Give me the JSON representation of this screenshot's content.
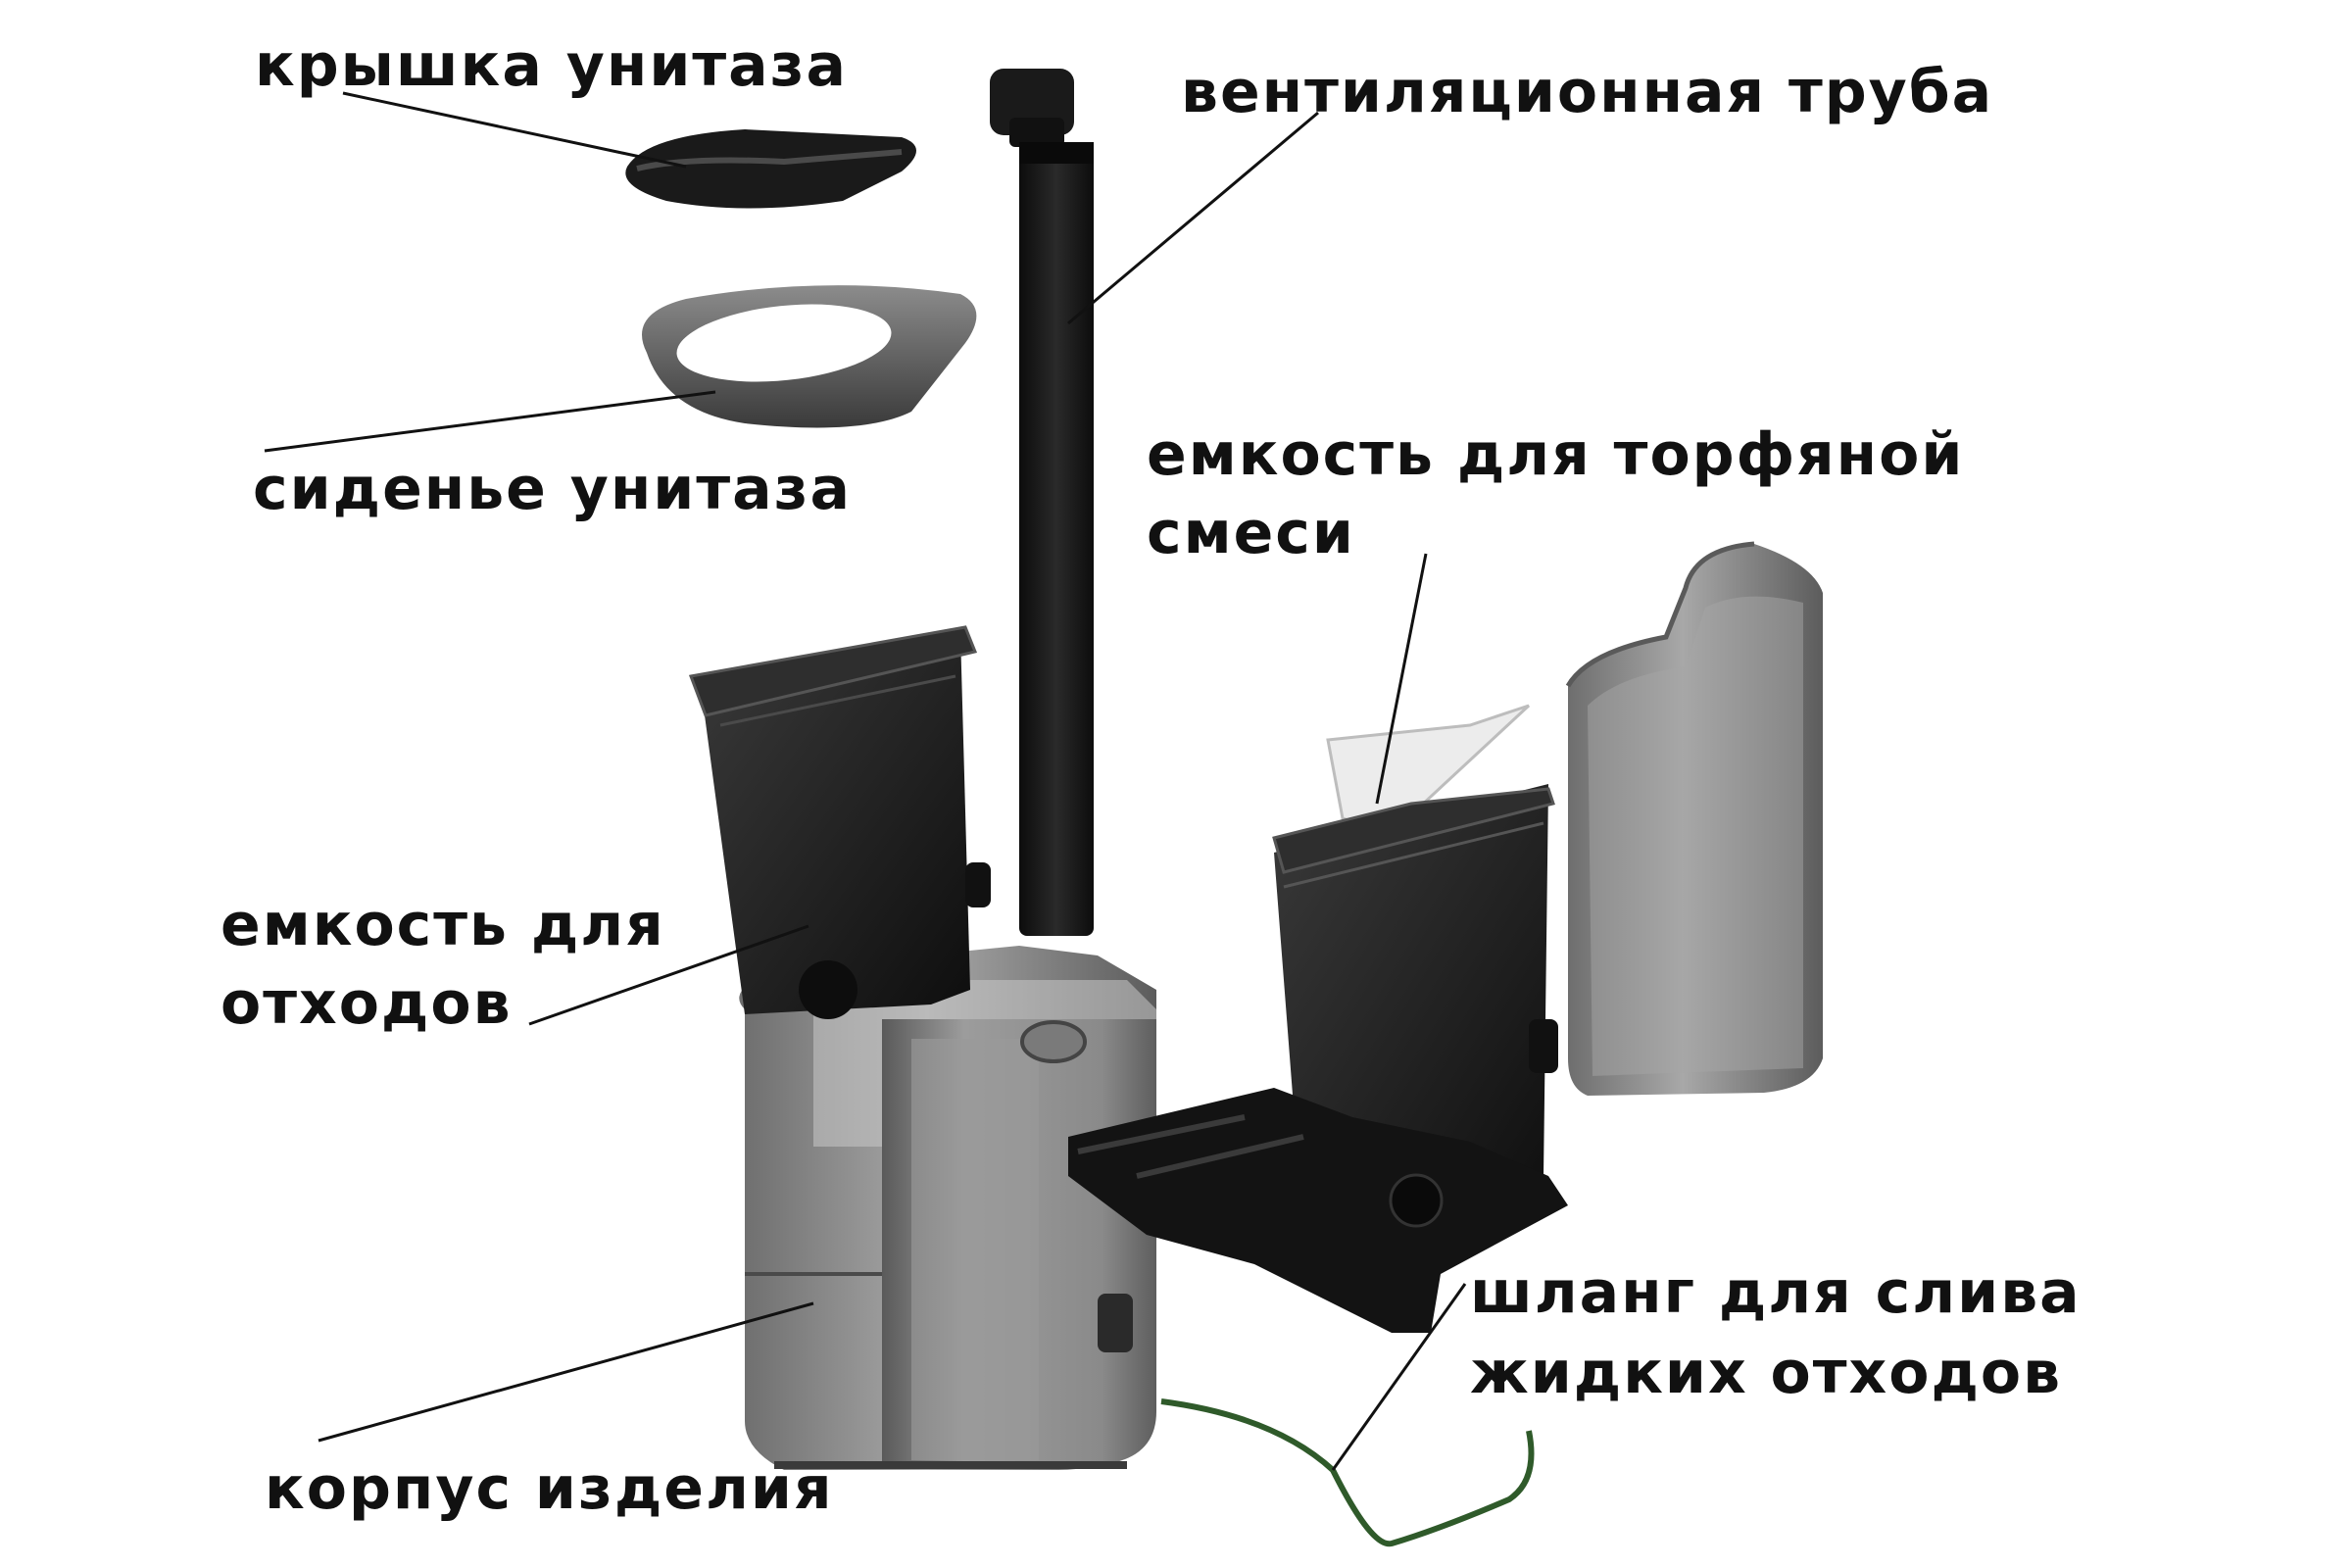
{
  "labels": {
    "lid": "крышка унитаза",
    "vent_pipe": "вентиляционная труба",
    "seat": "сиденье унитаза",
    "peat_container_line1": "емкость для торфяной",
    "peat_container_line2": "смеси",
    "waste_container_line1": "емкость для",
    "waste_container_line2": "отходов",
    "drain_hose_line1": "шланг для слива",
    "drain_hose_line2": "жидких отходов",
    "body": "корпус изделия"
  },
  "colors": {
    "background": "#ffffff",
    "text": "#111111",
    "dark_part": "#1c1c1c",
    "grey_body": "#8a8a8a",
    "light_grey": "#c8c8c8",
    "hose": "#2f5a2a",
    "paper": "#ececec"
  }
}
